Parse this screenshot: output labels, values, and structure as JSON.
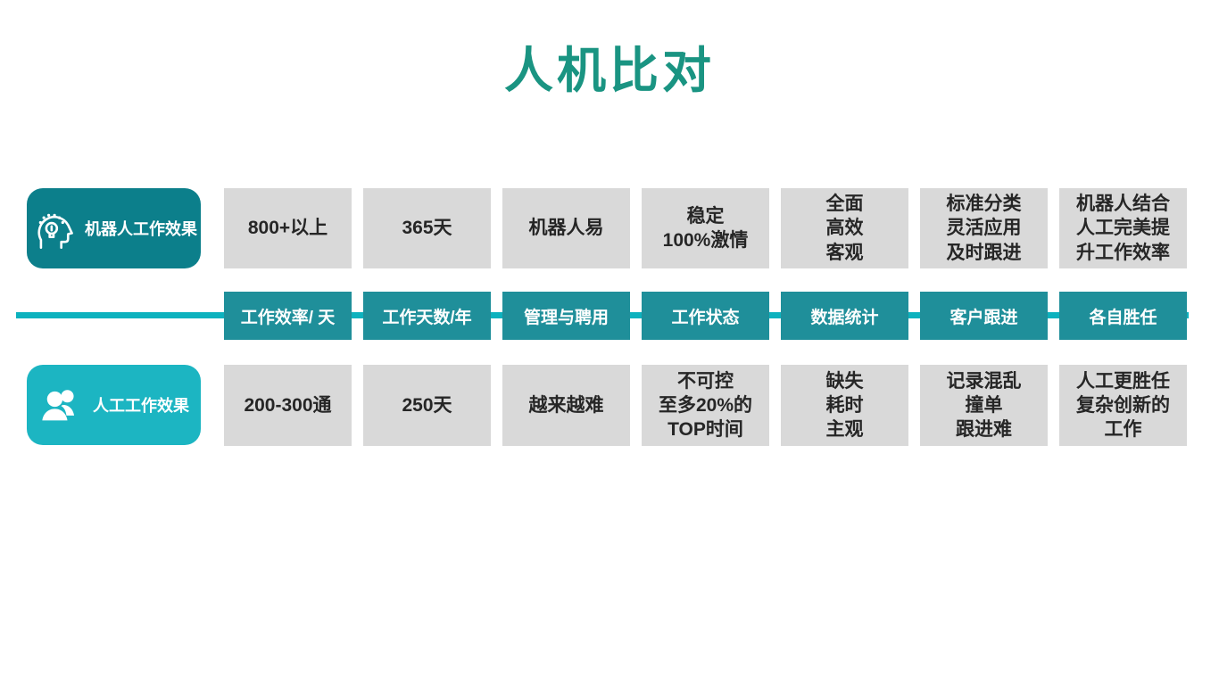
{
  "title": "人机比对",
  "colors": {
    "title_color": "#1A9482",
    "robot_label_bg": "#0C7F8B",
    "human_label_bg": "#1CB5C2",
    "category_bg": "#1F8F9A",
    "line_color": "#0CB2BE",
    "cell_bg": "#D9D9D9",
    "cell_text": "#262626"
  },
  "robot_row": {
    "label": "机器人工作效果",
    "icon": "idea-head-icon",
    "cells": [
      "800+以上",
      "365天",
      "机器人易",
      "稳定\n100%激情",
      "全面\n高效\n客观",
      "标准分类\n灵活应用\n及时跟进",
      "机器人结合\n人工完美提\n升工作效率"
    ]
  },
  "categories": [
    "工作效率/ 天",
    "工作天数/年",
    "管理与聘用",
    "工作状态",
    "数据统计",
    "客户跟进",
    "各自胜任"
  ],
  "human_row": {
    "label": "人工工作效果",
    "icon": "people-icon",
    "cells": [
      "200-300通",
      "250天",
      "越来越难",
      "不可控\n至多20%的\nTOP时间",
      "缺失\n耗时\n主观",
      "记录混乱\n撞单\n跟进难",
      "人工更胜任\n复杂创新的\n工作"
    ]
  }
}
